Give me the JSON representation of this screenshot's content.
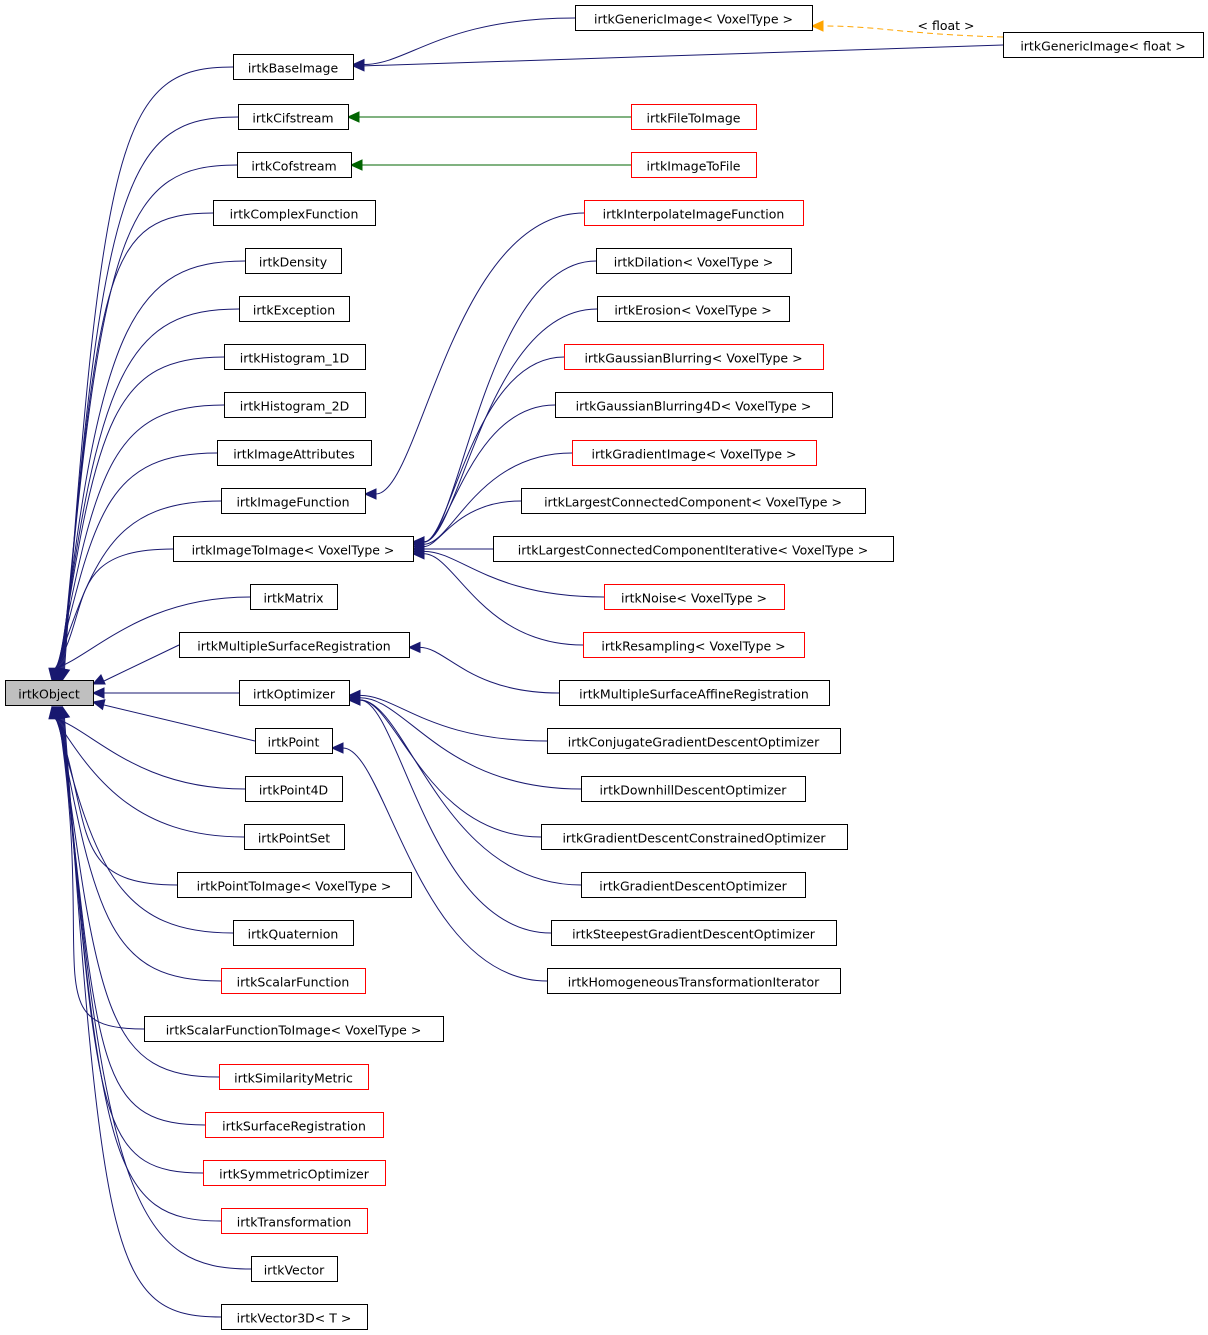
{
  "colors": {
    "edge_public": "#191970",
    "edge_protected": "#006400",
    "edge_template": "#ffa500",
    "border_documented": "#000000",
    "border_undocumented": "#ff0000",
    "root_fill": "#bfbfbf"
  },
  "nodes": [
    {
      "id": "object",
      "label": "irtkObject",
      "border": "black",
      "root": true
    },
    {
      "id": "baseimage",
      "label": "irtkBaseImage",
      "border": "black"
    },
    {
      "id": "cifstream",
      "label": "irtkCifstream",
      "border": "black"
    },
    {
      "id": "cofstream",
      "label": "irtkCofstream",
      "border": "black"
    },
    {
      "id": "complexfunction",
      "label": "irtkComplexFunction",
      "border": "black"
    },
    {
      "id": "density",
      "label": "irtkDensity",
      "border": "black"
    },
    {
      "id": "exception",
      "label": "irtkException",
      "border": "black"
    },
    {
      "id": "hist1d",
      "label": "irtkHistogram_1D",
      "border": "black"
    },
    {
      "id": "hist2d",
      "label": "irtkHistogram_2D",
      "border": "black"
    },
    {
      "id": "imageattributes",
      "label": "irtkImageAttributes",
      "border": "black"
    },
    {
      "id": "imagefunction",
      "label": "irtkImageFunction",
      "border": "black"
    },
    {
      "id": "imagetoimage",
      "label": "irtkImageToImage< VoxelType >",
      "border": "black"
    },
    {
      "id": "matrix",
      "label": "irtkMatrix",
      "border": "black"
    },
    {
      "id": "msr",
      "label": "irtkMultipleSurfaceRegistration",
      "border": "black"
    },
    {
      "id": "optimizer",
      "label": "irtkOptimizer",
      "border": "black"
    },
    {
      "id": "point",
      "label": "irtkPoint",
      "border": "black"
    },
    {
      "id": "point4d",
      "label": "irtkPoint4D",
      "border": "black"
    },
    {
      "id": "pointset",
      "label": "irtkPointSet",
      "border": "black"
    },
    {
      "id": "pointtoimage",
      "label": "irtkPointToImage< VoxelType >",
      "border": "black"
    },
    {
      "id": "quaternion",
      "label": "irtkQuaternion",
      "border": "black"
    },
    {
      "id": "scalarfunction",
      "label": "irtkScalarFunction",
      "border": "red"
    },
    {
      "id": "sftoimage",
      "label": "irtkScalarFunctionToImage< VoxelType >",
      "border": "black"
    },
    {
      "id": "similaritymetric",
      "label": "irtkSimilarityMetric",
      "border": "red"
    },
    {
      "id": "surfacereg",
      "label": "irtkSurfaceRegistration",
      "border": "red"
    },
    {
      "id": "symopt",
      "label": "irtkSymmetricOptimizer",
      "border": "red"
    },
    {
      "id": "transformation",
      "label": "irtkTransformation",
      "border": "red"
    },
    {
      "id": "vector",
      "label": "irtkVector",
      "border": "black"
    },
    {
      "id": "vector3d",
      "label": "irtkVector3D< T >",
      "border": "black"
    },
    {
      "id": "genericimage",
      "label": "irtkGenericImage< VoxelType >",
      "border": "black"
    },
    {
      "id": "genericfloat",
      "label": "irtkGenericImage< float >",
      "border": "black"
    },
    {
      "id": "filetoimage",
      "label": "irtkFileToImage",
      "border": "red"
    },
    {
      "id": "imagetofile",
      "label": "irtkImageToFile",
      "border": "red"
    },
    {
      "id": "interpfunc",
      "label": "irtkInterpolateImageFunction",
      "border": "red"
    },
    {
      "id": "dilation",
      "label": "irtkDilation< VoxelType >",
      "border": "black"
    },
    {
      "id": "erosion",
      "label": "irtkErosion< VoxelType >",
      "border": "black"
    },
    {
      "id": "gauss",
      "label": "irtkGaussianBlurring< VoxelType >",
      "border": "red"
    },
    {
      "id": "gauss4d",
      "label": "irtkGaussianBlurring4D< VoxelType >",
      "border": "black"
    },
    {
      "id": "gradimage",
      "label": "irtkGradientImage< VoxelType >",
      "border": "red"
    },
    {
      "id": "lcc",
      "label": "irtkLargestConnectedComponent< VoxelType >",
      "border": "black"
    },
    {
      "id": "lcci",
      "label": "irtkLargestConnectedComponentIterative< VoxelType >",
      "border": "black"
    },
    {
      "id": "noise",
      "label": "irtkNoise< VoxelType >",
      "border": "red"
    },
    {
      "id": "resampling",
      "label": "irtkResampling< VoxelType >",
      "border": "red"
    },
    {
      "id": "msar",
      "label": "irtkMultipleSurfaceAffineRegistration",
      "border": "black"
    },
    {
      "id": "cgdo",
      "label": "irtkConjugateGradientDescentOptimizer",
      "border": "black"
    },
    {
      "id": "dhdo",
      "label": "irtkDownhillDescentOptimizer",
      "border": "black"
    },
    {
      "id": "gdco",
      "label": "irtkGradientDescentConstrainedOptimizer",
      "border": "black"
    },
    {
      "id": "gdo",
      "label": "irtkGradientDescentOptimizer",
      "border": "black"
    },
    {
      "id": "sgdo",
      "label": "irtkSteepestGradientDescentOptimizer",
      "border": "black"
    },
    {
      "id": "hti",
      "label": "irtkHomogeneousTransformationIterator",
      "border": "black"
    }
  ],
  "edges": [
    {
      "child": "baseimage",
      "parent": "object",
      "kind": "public"
    },
    {
      "child": "cifstream",
      "parent": "object",
      "kind": "public"
    },
    {
      "child": "cofstream",
      "parent": "object",
      "kind": "public"
    },
    {
      "child": "complexfunction",
      "parent": "object",
      "kind": "public"
    },
    {
      "child": "density",
      "parent": "object",
      "kind": "public"
    },
    {
      "child": "exception",
      "parent": "object",
      "kind": "public"
    },
    {
      "child": "hist1d",
      "parent": "object",
      "kind": "public"
    },
    {
      "child": "hist2d",
      "parent": "object",
      "kind": "public"
    },
    {
      "child": "imageattributes",
      "parent": "object",
      "kind": "public"
    },
    {
      "child": "imagefunction",
      "parent": "object",
      "kind": "public"
    },
    {
      "child": "imagetoimage",
      "parent": "object",
      "kind": "public"
    },
    {
      "child": "matrix",
      "parent": "object",
      "kind": "public"
    },
    {
      "child": "msr",
      "parent": "object",
      "kind": "public"
    },
    {
      "child": "optimizer",
      "parent": "object",
      "kind": "public"
    },
    {
      "child": "point",
      "parent": "object",
      "kind": "public"
    },
    {
      "child": "point4d",
      "parent": "object",
      "kind": "public"
    },
    {
      "child": "pointset",
      "parent": "object",
      "kind": "public"
    },
    {
      "child": "pointtoimage",
      "parent": "object",
      "kind": "public"
    },
    {
      "child": "quaternion",
      "parent": "object",
      "kind": "public"
    },
    {
      "child": "scalarfunction",
      "parent": "object",
      "kind": "public"
    },
    {
      "child": "sftoimage",
      "parent": "object",
      "kind": "public"
    },
    {
      "child": "similaritymetric",
      "parent": "object",
      "kind": "public"
    },
    {
      "child": "surfacereg",
      "parent": "object",
      "kind": "public"
    },
    {
      "child": "symopt",
      "parent": "object",
      "kind": "public"
    },
    {
      "child": "transformation",
      "parent": "object",
      "kind": "public"
    },
    {
      "child": "vector",
      "parent": "object",
      "kind": "public"
    },
    {
      "child": "vector3d",
      "parent": "object",
      "kind": "public"
    },
    {
      "child": "genericimage",
      "parent": "baseimage",
      "kind": "public"
    },
    {
      "child": "genericfloat",
      "parent": "baseimage",
      "kind": "public"
    },
    {
      "child": "genericfloat",
      "parent": "genericimage",
      "kind": "template",
      "label": "< float >"
    },
    {
      "child": "filetoimage",
      "parent": "cifstream",
      "kind": "protected"
    },
    {
      "child": "imagetofile",
      "parent": "cofstream",
      "kind": "protected"
    },
    {
      "child": "interpfunc",
      "parent": "imagefunction",
      "kind": "public"
    },
    {
      "child": "dilation",
      "parent": "imagetoimage",
      "kind": "public"
    },
    {
      "child": "erosion",
      "parent": "imagetoimage",
      "kind": "public"
    },
    {
      "child": "gauss",
      "parent": "imagetoimage",
      "kind": "public"
    },
    {
      "child": "gauss4d",
      "parent": "imagetoimage",
      "kind": "public"
    },
    {
      "child": "gradimage",
      "parent": "imagetoimage",
      "kind": "public"
    },
    {
      "child": "lcc",
      "parent": "imagetoimage",
      "kind": "public"
    },
    {
      "child": "lcci",
      "parent": "imagetoimage",
      "kind": "public"
    },
    {
      "child": "noise",
      "parent": "imagetoimage",
      "kind": "public"
    },
    {
      "child": "resampling",
      "parent": "imagetoimage",
      "kind": "public"
    },
    {
      "child": "msar",
      "parent": "msr",
      "kind": "public"
    },
    {
      "child": "cgdo",
      "parent": "optimizer",
      "kind": "public"
    },
    {
      "child": "dhdo",
      "parent": "optimizer",
      "kind": "public"
    },
    {
      "child": "gdco",
      "parent": "optimizer",
      "kind": "public"
    },
    {
      "child": "gdo",
      "parent": "optimizer",
      "kind": "public"
    },
    {
      "child": "sgdo",
      "parent": "optimizer",
      "kind": "public"
    },
    {
      "child": "hti",
      "parent": "point",
      "kind": "public"
    }
  ]
}
